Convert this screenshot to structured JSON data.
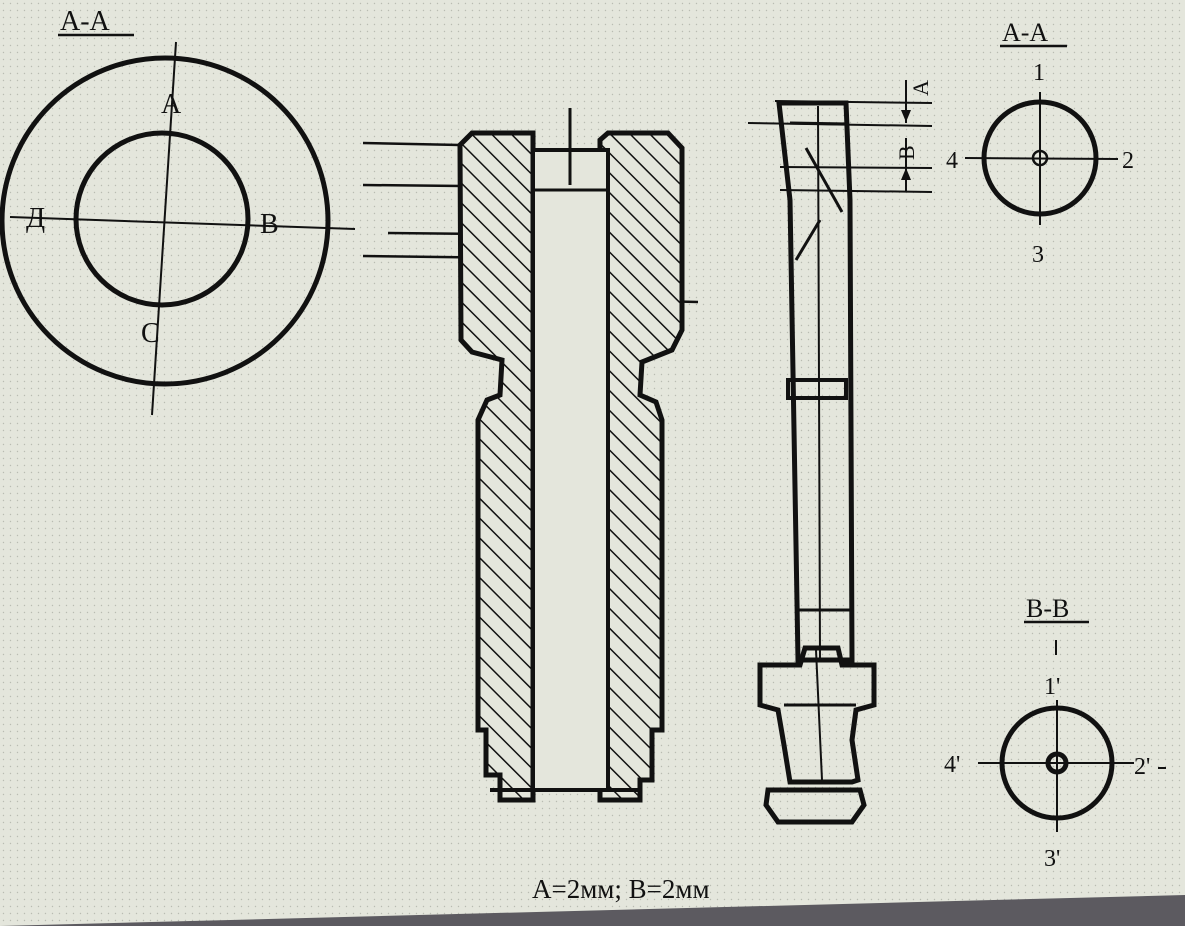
{
  "views": {
    "section_left": {
      "title": "А-А",
      "points": {
        "top": "А",
        "left": "Д",
        "right": "В",
        "bottom": "С"
      }
    },
    "section_right_top": {
      "title": "А-А",
      "points": {
        "top": "1",
        "right": "2",
        "bottom": "3",
        "left": "4"
      }
    },
    "section_right_bottom": {
      "title": "B-B",
      "points": {
        "top": "1'",
        "right": "2'",
        "bottom": "3'",
        "left": "4'"
      }
    },
    "side_view": {
      "dim_labels": {
        "a": "А",
        "b": "В"
      }
    }
  },
  "caption": "А=2мм; В=2мм",
  "colors": {
    "paper": "#e4e6dc",
    "ink": "#111111",
    "background": "#5c5a60"
  }
}
